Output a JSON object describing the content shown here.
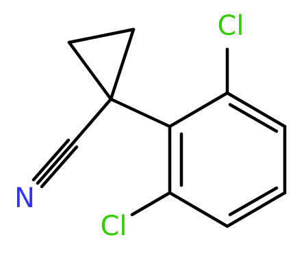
{
  "molecule": {
    "atoms": {
      "cl_top": {
        "symbol": "Cl",
        "color": "#33cc00"
      },
      "cl_bottom": {
        "symbol": "Cl",
        "color": "#33cc00"
      },
      "n_nitrile": {
        "symbol": "N",
        "color": "#3333ff"
      }
    },
    "colors": {
      "bond": "#000000",
      "background": "#ffffff"
    }
  }
}
